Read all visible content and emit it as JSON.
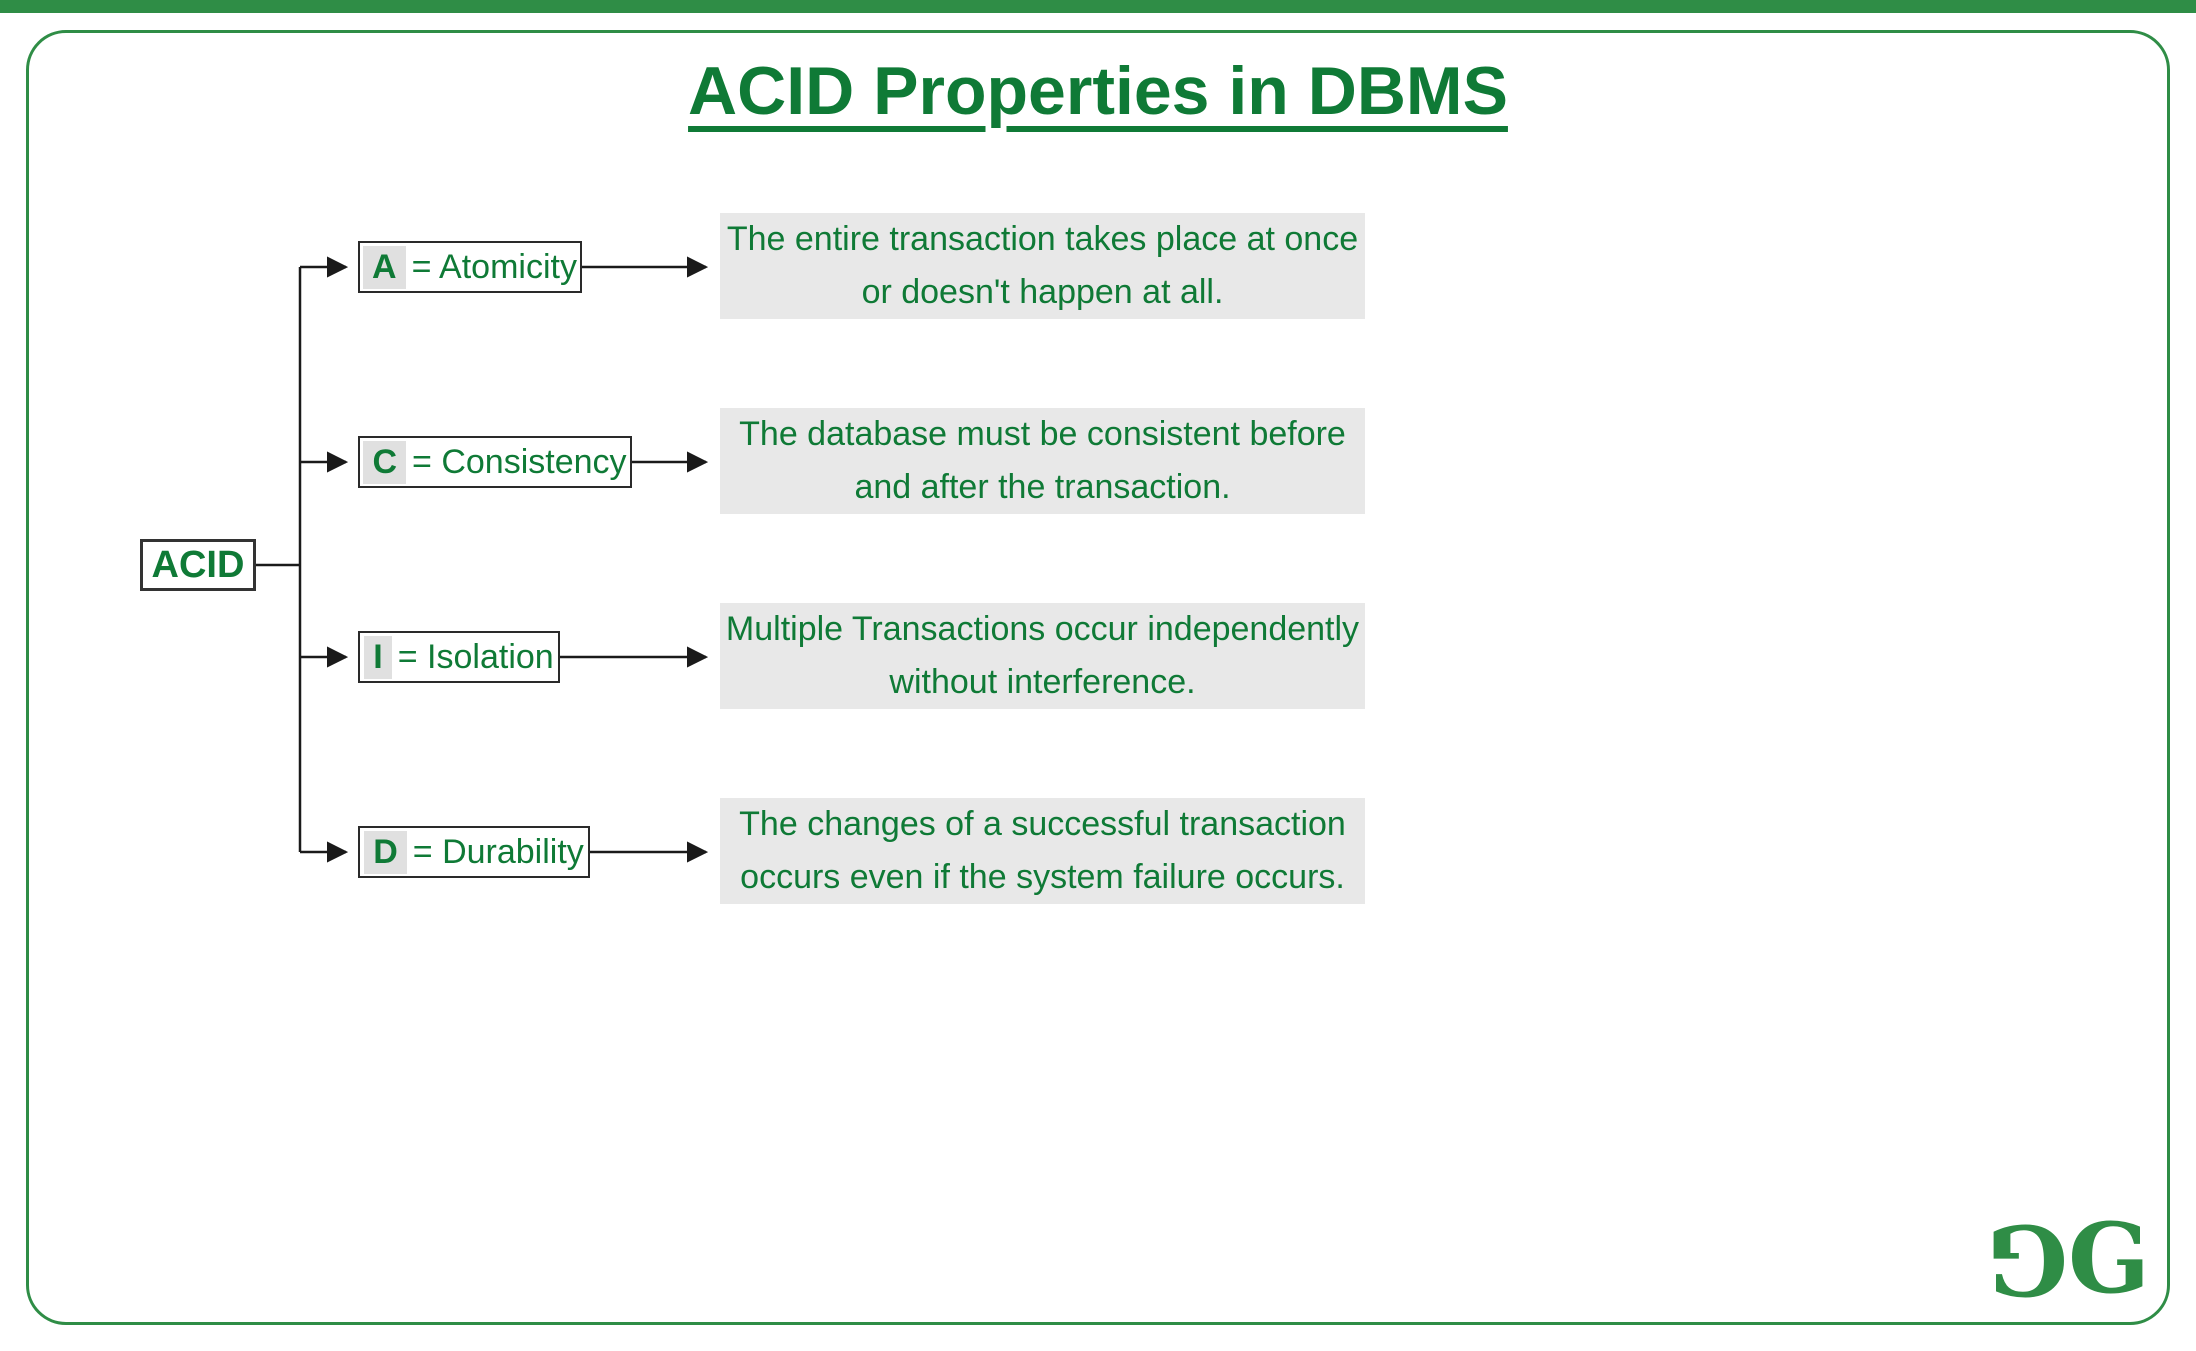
{
  "title": "ACID Properties in DBMS",
  "root_label": "ACID",
  "branches": [
    {
      "letter": "A",
      "rest": "= Atomicity",
      "lines": [
        "The entire transaction takes place at once",
        "or doesn't happen at all."
      ]
    },
    {
      "letter": "C",
      "rest": "= Consistency",
      "lines": [
        "The database must be consistent before",
        "and after the transaction."
      ]
    },
    {
      "letter": "I",
      "rest": "= Isolation",
      "lines": [
        "Multiple Transactions occur independently",
        "without interference."
      ]
    },
    {
      "letter": "D",
      "rest": "= Durability",
      "lines": [
        "The changes of a successful transaction",
        "occurs even if the system failure occurs."
      ]
    }
  ],
  "logo": {
    "g1": "G",
    "g2": "G"
  },
  "colors": {
    "brand_green": "#2f8d46",
    "text_green": "#0f7a36",
    "desc_bg": "#e8e8e8",
    "letter_bg": "#e0e0e0",
    "line_color": "#1a1a1a"
  }
}
